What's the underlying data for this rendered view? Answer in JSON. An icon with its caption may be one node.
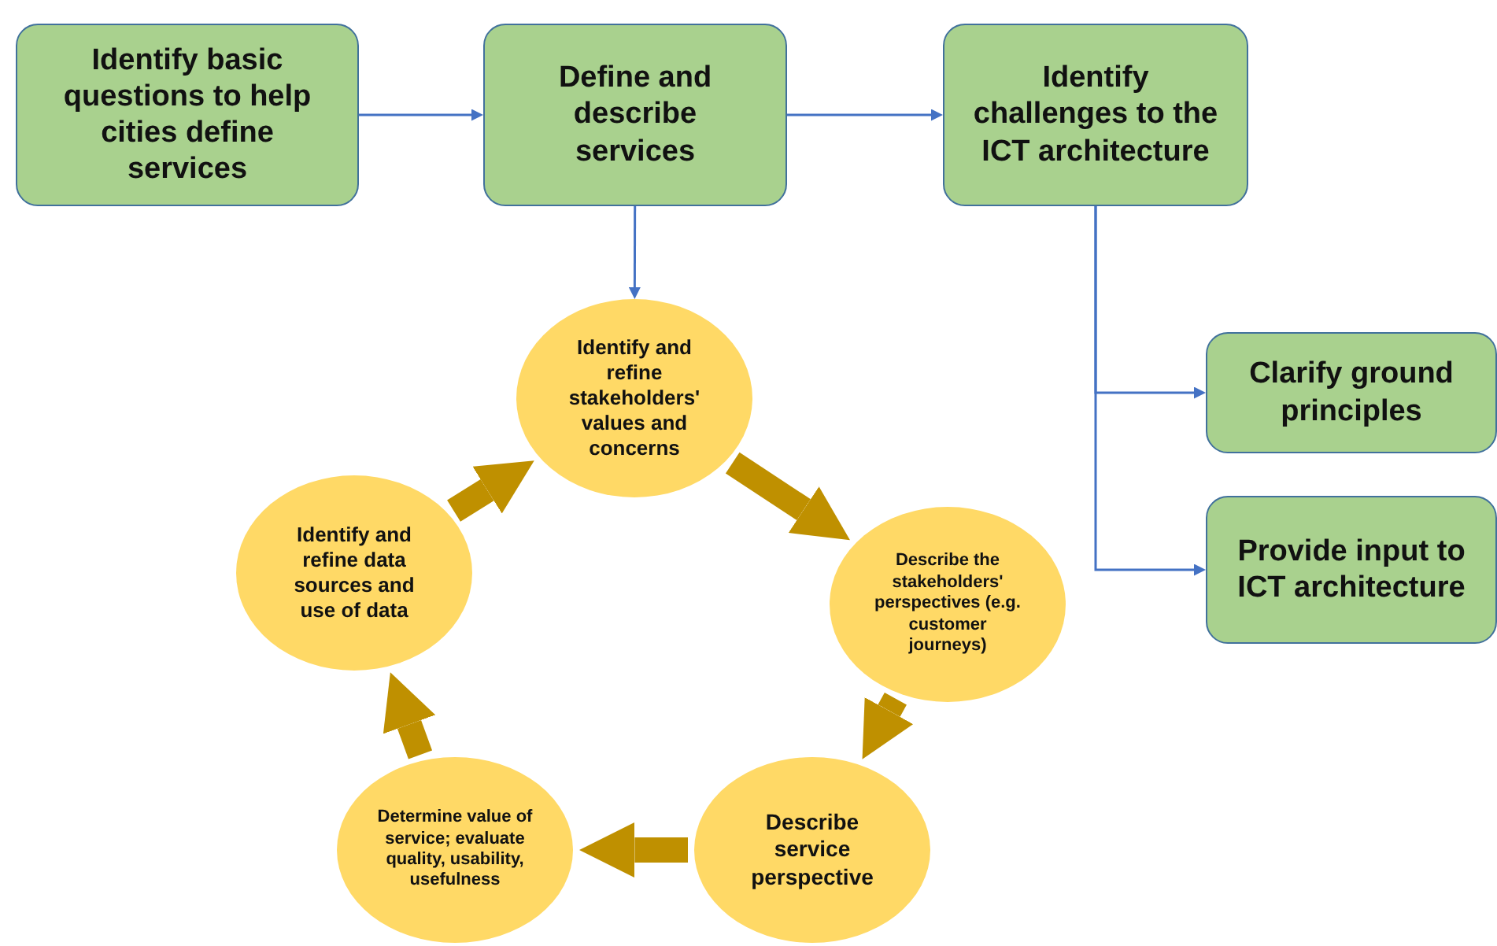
{
  "diagram": {
    "nodes": [
      {
        "text": [
          "Identify basic questions to help cities define services"
        ]
      },
      {
        "text": [
          "Define and describe services"
        ]
      },
      {
        "text": [
          "Identify challenges to the ICT architecture"
        ]
      },
      {
        "text": [
          "Clarify ground principles"
        ]
      },
      {
        "text": [
          "Provide input to ICT architecture"
        ]
      },
      {
        "text": [
          "Identify and refine stakeholders' values and concerns"
        ]
      },
      {
        "text": [
          "Describe the stakeholders' perspectives (e.g. customer journeys)"
        ]
      },
      {
        "text": [
          "Describe service perspective"
        ]
      },
      {
        "text": [
          "Determine value of service; evaluate quality, usability, usefulness"
        ]
      },
      {
        "text": [
          "Identify and refine data sources and use of data"
        ]
      }
    ],
    "edges": [
      {
        "from": 0,
        "to": 1,
        "arrow": "to"
      },
      {
        "from": 1,
        "to": 2,
        "arrow": "to"
      },
      {
        "from": 1,
        "to": 5,
        "arrow": "to"
      },
      {
        "from": 2,
        "to": 3,
        "arrow": "to"
      },
      {
        "from": 2,
        "to": 4,
        "arrow": "to"
      },
      {
        "from": 5,
        "to": 6,
        "arrow": "to",
        "style": "thick",
        "color": "#bf9000"
      },
      {
        "from": 6,
        "to": 7,
        "arrow": "to",
        "style": "thick",
        "color": "#bf9000"
      },
      {
        "from": 7,
        "to": 8,
        "arrow": "to",
        "style": "thick",
        "color": "#bf9000"
      },
      {
        "from": 8,
        "to": 9,
        "arrow": "to",
        "style": "thick",
        "color": "#bf9000"
      },
      {
        "from": 9,
        "to": 5,
        "arrow": "to",
        "style": "thick",
        "color": "#bf9000"
      }
    ]
  }
}
